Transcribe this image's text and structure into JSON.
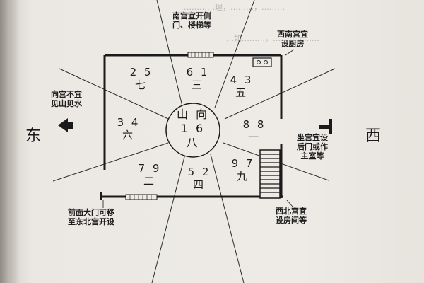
{
  "directions": {
    "east": "东",
    "west": "西"
  },
  "center": {
    "line1": "山 向",
    "line2": "1 6",
    "line3": "八"
  },
  "palaces": {
    "top_left": {
      "numbers": "2 5",
      "star": "七"
    },
    "top": {
      "numbers": "6 1",
      "star": "三"
    },
    "top_right": {
      "numbers": "4 3",
      "star": "五"
    },
    "left": {
      "numbers": "3 4",
      "star": "六"
    },
    "right": {
      "numbers": "8 8",
      "star": "一"
    },
    "bottom_left": {
      "numbers": "7 9",
      "star": "二"
    },
    "bottom": {
      "numbers": "5 2",
      "star": "四"
    },
    "bottom_right": {
      "numbers": "9 7",
      "star": "九"
    }
  },
  "annotations": {
    "south": [
      "南宫宜开侧",
      "门、楼梯等"
    ],
    "southwest": [
      "西南宫宜",
      "设厨房"
    ],
    "east_palace": [
      "向宫不宜",
      "见山见水"
    ],
    "sitting_palace": [
      "坐宫宜设",
      "后门或作",
      "主室等"
    ],
    "front_door": [
      "前面大门可移",
      "至东北宫开设"
    ],
    "northwest": [
      "西北宫宜",
      "设房间等"
    ]
  },
  "background_text": {
    "top_line1": "…………理，………，………",
    "top_line2": "…如………，………………"
  }
}
